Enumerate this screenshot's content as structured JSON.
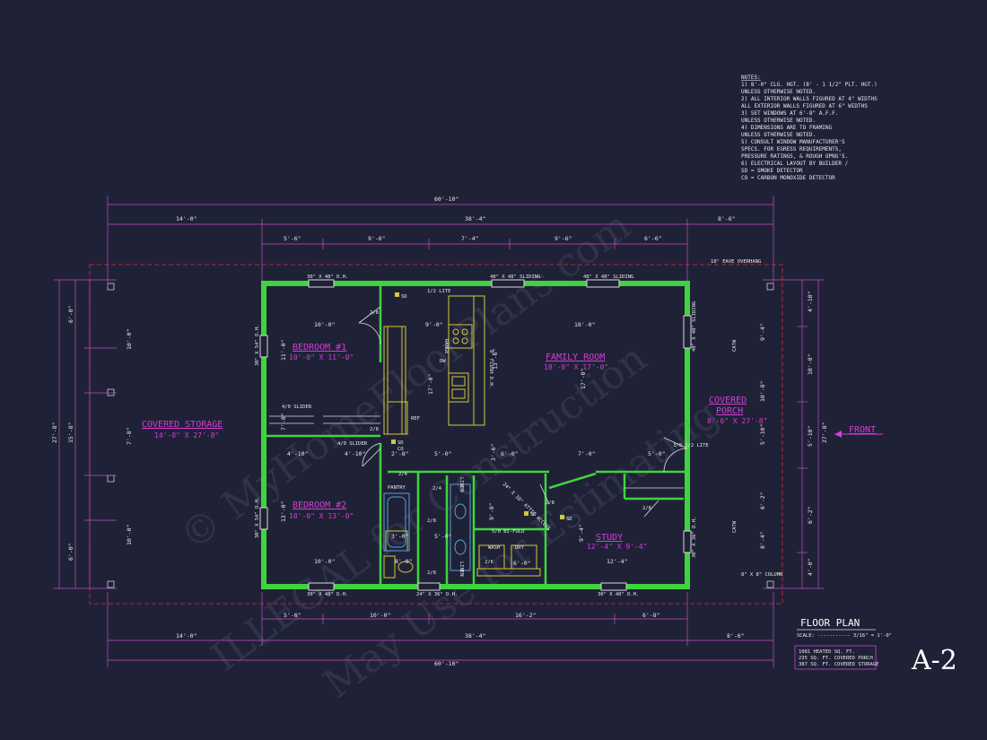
{
  "watermark": {
    "line1": "© MyHomeFloorPlans.com",
    "line2": "ILLEGAL for Construction",
    "line3": "May Use for Estimating"
  },
  "notes": {
    "heading": "NOTES:",
    "lines": [
      "1) 8'-0\" CLG. HGT. (8' - 1 1/2\" PLT. HGT.)",
      "    UNLESS OTHERWISE NOTED.",
      "2) ALL INTERIOR WALLS FIGURED AT 4\" WIDTHS",
      "    ALL EXTERIOR WALLS FIGURED AT 6\" WIDTHS",
      "3) SET WINDOWS AT 6'-8\" A.F.F.",
      "    UNLESS OTHERWISE NOTED.",
      "4) DIMENSIONS ARE TO FRAMING",
      "    UNLESS OTHERWISE NOTED.",
      "5) CONSULT WINDOW MANUFACTURER'S",
      "    SPECS. FOR EGRESS REQUIREMENTS,",
      "    PRESSURE RATINGS, & ROUGH OPNG'S.",
      "6) ELECTRICAL LAYOUT BY BUILDER /",
      "    SD = SMOKE DETECTOR",
      "    CO = CARBON MONOXIDE DETECTOR"
    ]
  },
  "dims_top": {
    "overall": "60'-10\"",
    "row2": [
      "14'-0\"",
      "38'-4\"",
      "8'-6\""
    ],
    "row3": [
      "5'-6\"",
      "9'-6\"",
      "7'-4\"",
      "9'-6\"",
      "6'-6\""
    ]
  },
  "dims_bottom": {
    "row1": [
      "5'-6\"",
      "10'-0\"",
      "16'-2\"",
      "6'-8\""
    ],
    "row2": [
      "14'-0\"",
      "38'-4\"",
      "8'-6\""
    ],
    "overall": "60'-10\""
  },
  "dims_left": {
    "outer": "27'-8\"",
    "inner": "15'-8\"",
    "segments": [
      "6'-0\"",
      "10'-0\"",
      "7'-8\"",
      "10'-0\"",
      "6'-0\""
    ]
  },
  "dims_right": {
    "outer": "27'-8\"",
    "segments": [
      "4'-10\"",
      "10'-8\"",
      "5'-10\"",
      "6'-2\"",
      "4'-0\""
    ],
    "inner": [
      "9'-4\"",
      "8'-4\""
    ]
  },
  "rooms": {
    "storage": {
      "name": "COVERED STORAGE",
      "size": "14'-0\" X 27'-8\""
    },
    "bed1": {
      "name": "BEDROOM #1",
      "size": "10'-0\" X 11'-0\""
    },
    "bed2": {
      "name": "BEDROOM #2",
      "size": "10'-0\" X 13'-0\""
    },
    "family": {
      "name": "FAMILY ROOM",
      "size": "18'-0\" X 17'-0\""
    },
    "study": {
      "name": "STUDY",
      "size": "12'-4\" X 9'-4\""
    },
    "porch": {
      "name1": "COVERED",
      "name2": "PORCH",
      "size": "8'-6\" X 27'-8\""
    }
  },
  "labels": {
    "eave": "18\" EAVE OVERHANG",
    "front": "FRONT",
    "win_bed1_top": "30\" X 48\" D.H.",
    "win_lite": "1/2 LITE",
    "win_sliding1": "48\" X 48\" SLIDING",
    "win_sliding2": "48\" X 48\" SLIDING",
    "win_family_right": "48\" X 48\" SLIDING",
    "win_bed1_left": "30\" X 54\" D.H.",
    "win_bed2_left": "30\" X 54\" D.H.",
    "win_bed2_bottom": "30\" X 48\" D.H.",
    "win_bath_bottom": "24\" X 36\" D.H.",
    "win_study_bottom": "30\" X 48\" D.H.",
    "win_study_right": "30\" X 36\" D.H.",
    "slider1": "4/0 SLIDER",
    "slider2": "4/0 SLIDER",
    "range": "RANGE",
    "dw": "DW",
    "ref": "REF",
    "pantry": "PANTRY",
    "linen1": "LINEN",
    "linen2": "LINEN",
    "wash": "WASH",
    "dry": "DRY",
    "bifold": "5/0 BI-FOLD",
    "attic": "24\" X 30\" ATTIC ACCESS",
    "flush": "8\" FLUSH D.H.",
    "catw1": "CATW",
    "catw2": "CATW",
    "column": "8\" X 8\" COLUMN",
    "door_front": "3/0 1/2 LITE",
    "sd1": "SD",
    "sd2": "SD",
    "sd3": "SD",
    "sd4": "SD",
    "co": "CO",
    "d1": "2/8",
    "d2": "2/8",
    "d3": "2/4",
    "d4": "2/4",
    "d5": "2/8",
    "d6": "2/8",
    "d7": "2/8",
    "d8": "2/8",
    "d9": "2/6"
  },
  "inner_dims": {
    "bed1_w": "10'-0\"",
    "bed1_h": "11'-0\"",
    "k_w": "9'-0\"",
    "k_h": "17'-0\"",
    "k_h2": "13'-6\"",
    "fam_w": "18'-0\"",
    "fam_h": "17'-0\"",
    "hall_a": "4'-10\"",
    "hall_b": "4'-10\"",
    "hall_c": "2'-8\"",
    "hall_d": "5'-0\"",
    "hall_e": "3'-6\"",
    "hall_f": "6'-0\"",
    "hall_g": "7'-0\"",
    "hall_h": "5'-0\"",
    "bed2_w": "10'-0\"",
    "bed2_h": "13'-0\"",
    "bath_w1": "3'-0\"",
    "bath_w2": "5'-0\"",
    "bath_w3": "8'-0\"",
    "laund": "6'-0\"",
    "ldy_h": "9'-8\"",
    "st_w": "12'-4\"",
    "st_h": "9'-4\"",
    "bed1_gap": "7'-8\""
  },
  "title_block": {
    "title": "FLOOR PLAN",
    "scale": "SCALE: ----------- 3/16\" = 1'-0\"",
    "area": [
      "1081 HEATED SQ. FT.",
      "235 SQ. FT. COVERED PORCH",
      "387 SQ. FT. COVERED STORAGE"
    ],
    "sheet": "A-2"
  },
  "colors": {
    "background": "#1f2237",
    "wall": "#3fd43f",
    "fixture": "#d4c83a",
    "room_text": "#d63bd6",
    "eave_line": "#c0203a",
    "dim_line": "#c24ec2"
  }
}
